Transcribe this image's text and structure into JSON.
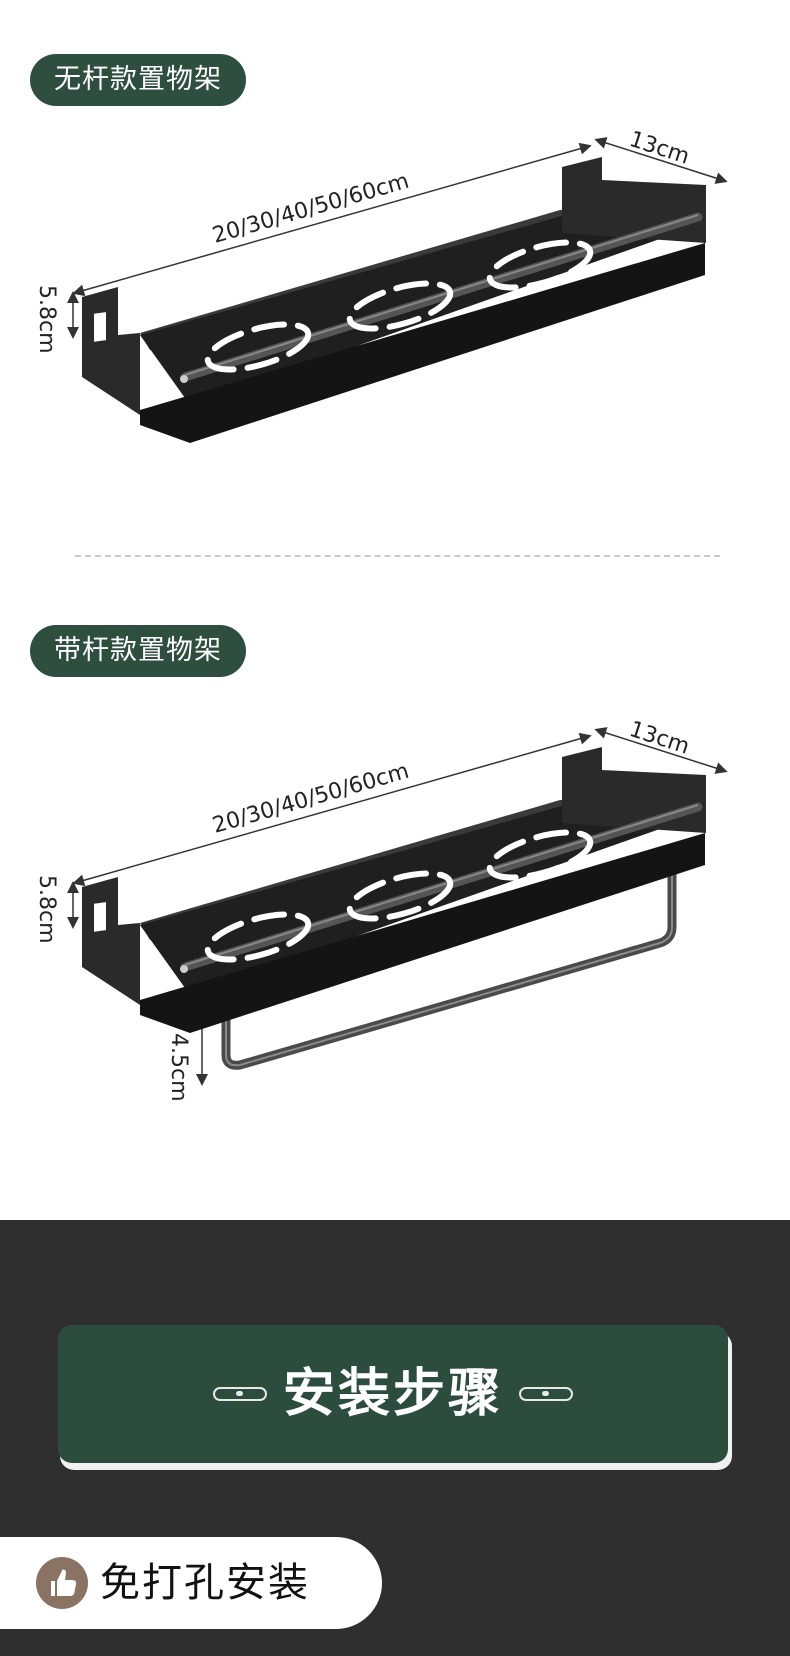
{
  "section_rodless": {
    "label": "无杆款置物架",
    "length_label": "20/30/40/50/60cm",
    "depth_label": "13cm",
    "height_label": "5.8cm"
  },
  "section_rod": {
    "label": "带杆款置物架",
    "length_label": "20/30/40/50/60cm",
    "depth_label": "13cm",
    "height_label": "5.8cm",
    "rod_drop_label": "4.5cm"
  },
  "install": {
    "title": "安装步骤",
    "feature_label": "免打孔安装",
    "feature_icon": "thumbs-up-icon"
  },
  "colors": {
    "brand_green": "#2e4f40",
    "dark_bg": "#2f2f2f",
    "shelf_metal": "#2a2a2a",
    "badge_brown": "#8b7364"
  }
}
